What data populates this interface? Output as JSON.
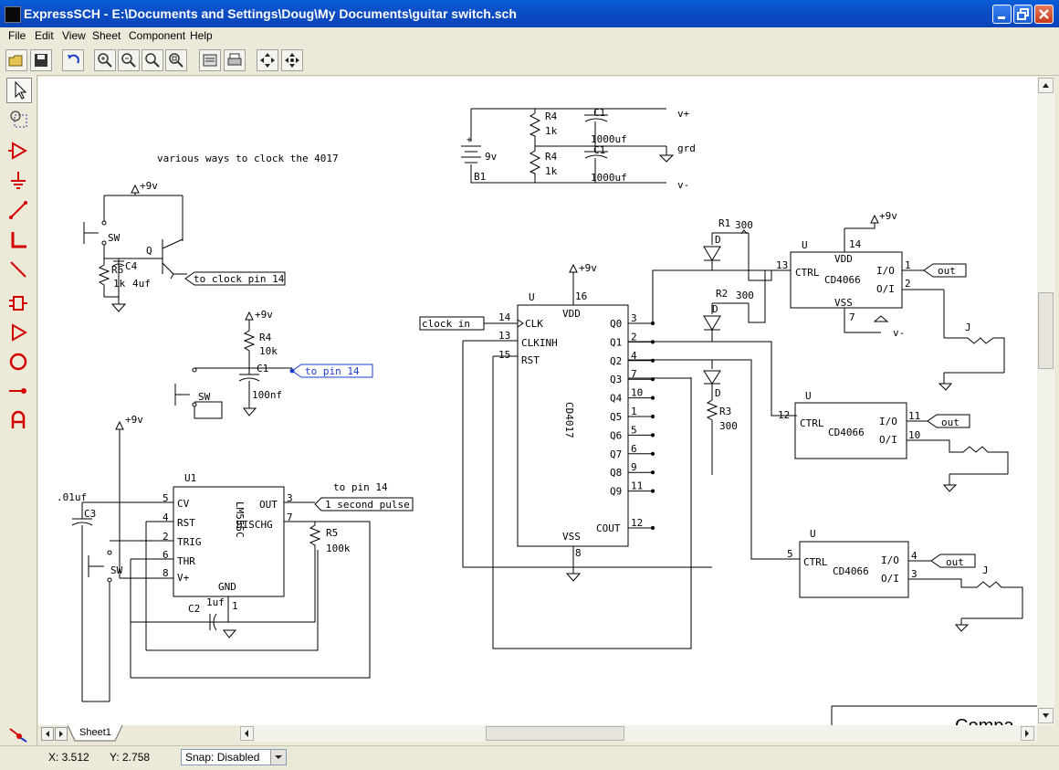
{
  "window": {
    "title": "ExpressSCH - E:\\Documents and Settings\\Doug\\My Documents\\guitar switch.sch"
  },
  "menu": [
    "File",
    "Edit",
    "View",
    "Sheet",
    "Component",
    "Help"
  ],
  "toolbar_icons": [
    "open-icon",
    "save-icon",
    "undo-icon",
    "zoom-in-icon",
    "zoom-out-icon",
    "zoom-fit-icon",
    "zoom-page-icon",
    "properties-icon",
    "print-icon",
    "pan-icon",
    "center-icon"
  ],
  "tools": [
    "select",
    "zoom-area",
    "component",
    "ground",
    "wire",
    "bus",
    "line",
    "part",
    "port",
    "circle",
    "pin",
    "text"
  ],
  "sheet_tab": "Sheet1",
  "status": {
    "x": "X: 3.512",
    "y": "Y: 2.758",
    "snap": "Snap: Disabled"
  },
  "schematic": {
    "note": "various ways to clock the 4017",
    "power": {
      "v_plus": "v+",
      "grd": "grd",
      "v_minus": "v-",
      "battery_v": "9v",
      "battery_ref": "B1",
      "r4a": "R4",
      "r4a_val": "1k",
      "r4b": "R4",
      "r4b_val": "1k",
      "c1a": "C1",
      "c1a_val": "1000uf",
      "c1b": "C1",
      "c1b_val": "1000uf"
    },
    "supply": "+9v",
    "sw": "SW",
    "clk1": {
      "q": "Q",
      "r6": "R6",
      "r6_val": "1k",
      "c4": "C4",
      "c4_val": "4uf",
      "port": "to clock pin 14"
    },
    "clk2": {
      "r4": "R4",
      "r4_val": "10k",
      "c1": "C1",
      "c1_val": "100nf",
      "port": "to pin 14"
    },
    "timer": {
      "ref": "U1",
      "part": "LM555C",
      "pins": [
        "CV",
        "RST",
        "TRIG",
        "THR",
        "V+",
        "OUT",
        "DISCHG",
        "GND"
      ],
      "pin_nums": [
        "5",
        "4",
        "2",
        "6",
        "8",
        "3",
        "7",
        "1"
      ],
      "c3": "C3",
      "c3_val": ".01uf",
      "c2": "C2",
      "c2_val": "1uf",
      "r5": "R5",
      "r5_val": "100k",
      "port": "1 second pulse",
      "port_note": "to pin 14"
    },
    "counter": {
      "ref": "U",
      "part": "CD4017",
      "left_pins": [
        "CLK",
        "CLKINH",
        "RST"
      ],
      "left_nums": [
        "14",
        "13",
        "15"
      ],
      "vdd": "VDD",
      "vss": "VSS",
      "vdd_pin": "16",
      "vss_pin": "8",
      "outs": [
        "Q0",
        "Q1",
        "Q2",
        "Q3",
        "Q4",
        "Q5",
        "Q6",
        "Q7",
        "Q8",
        "Q9",
        "COUT"
      ],
      "out_nums": [
        "3",
        "2",
        "4",
        "7",
        "10",
        "1",
        "5",
        "6",
        "9",
        "11",
        "12"
      ],
      "port": "clock in"
    },
    "leds": {
      "r1": "R1",
      "r1_val": "300",
      "r2": "R2",
      "r2_val": "300",
      "r3": "R3",
      "r3_val": "300",
      "d": "D"
    },
    "switches": [
      {
        "ref": "U",
        "part": "CD4066",
        "ctrl": "CTRL",
        "io": "I/O",
        "oi": "O/I",
        "ctrl_pin": "13",
        "io_pin": "1",
        "oi_pin": "2",
        "vdd": "VDD",
        "vss": "VSS",
        "vdd_pin": "14",
        "vss_pin": "7",
        "port": "out"
      },
      {
        "ref": "U",
        "part": "CD4066",
        "ctrl": "CTRL",
        "io": "I/O",
        "oi": "O/I",
        "ctrl_pin": "12",
        "io_pin": "11",
        "oi_pin": "10",
        "port": "out"
      },
      {
        "ref": "U",
        "part": "CD4066",
        "ctrl": "CTRL",
        "io": "I/O",
        "oi": "O/I",
        "ctrl_pin": "5",
        "io_pin": "4",
        "oi_pin": "3",
        "port": "out"
      }
    ],
    "jack": "J",
    "title_block": "Compa"
  }
}
